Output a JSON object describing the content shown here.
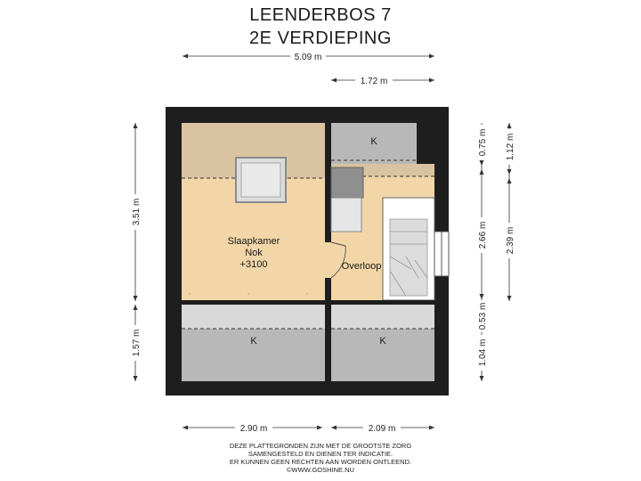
{
  "title": {
    "line1": "LEENDERBOS 7",
    "line2": "2E VERDIEPING"
  },
  "dimensions": {
    "top_overall": "5.09 m",
    "top_partial": "1.72 m",
    "left_upper": "3.51 m",
    "left_lower": "1.57 m",
    "right_a_top": "0.75 m",
    "right_a_mid": "2.66 m",
    "right_a_low": "0.53 m",
    "right_a_bottom": "1.04 m",
    "right_b_top": "1.12 m",
    "right_b_mid": "2.39 m",
    "bottom_left": "2.90 m",
    "bottom_right": "2.09 m"
  },
  "rooms": {
    "slaapkamer_name": "Slaapkamer",
    "slaapkamer_sub": "Nok",
    "slaapkamer_height": "+3100",
    "overloop": "Overloop",
    "k_top": "K",
    "k_bottom_left": "K",
    "k_bottom_right": "K"
  },
  "footer": {
    "line1": "DEZE PLATTEGRONDEN ZIJN MET DE GROOTSTE ZORG",
    "line2": "SAMENGESTELD EN DIENEN TER INDICATIE.",
    "line3": "ER KUNNEN GEEN RECHTEN AAN WORDEN ONTLEEND.",
    "line4": "©WWW.GOSHINE.NU"
  },
  "colors": {
    "wall": "#1e1e1e",
    "bedroom_floor": "#f2d6a8",
    "bedroom_slope": "#d9c3a0",
    "storage": "#b8b8b8",
    "skylight": "#dcdcdc"
  }
}
